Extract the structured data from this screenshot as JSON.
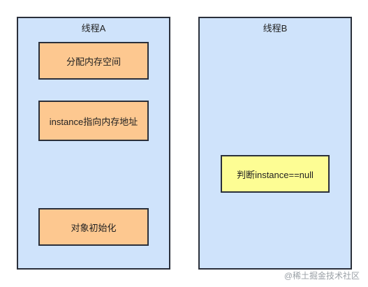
{
  "thread_a": {
    "title": "线程A",
    "steps": [
      "分配内存空间",
      "instance指向内存地址",
      "对象初始化"
    ]
  },
  "thread_b": {
    "title": "线程B",
    "steps": [
      "判断instance==null"
    ]
  },
  "colors": {
    "lane_fill": "#cfe3fb",
    "step_a_fill": "#fdc890",
    "step_b_fill": "#fdfd94",
    "border": "#2a2f3a"
  },
  "watermark": "@稀土掘金技术社区"
}
